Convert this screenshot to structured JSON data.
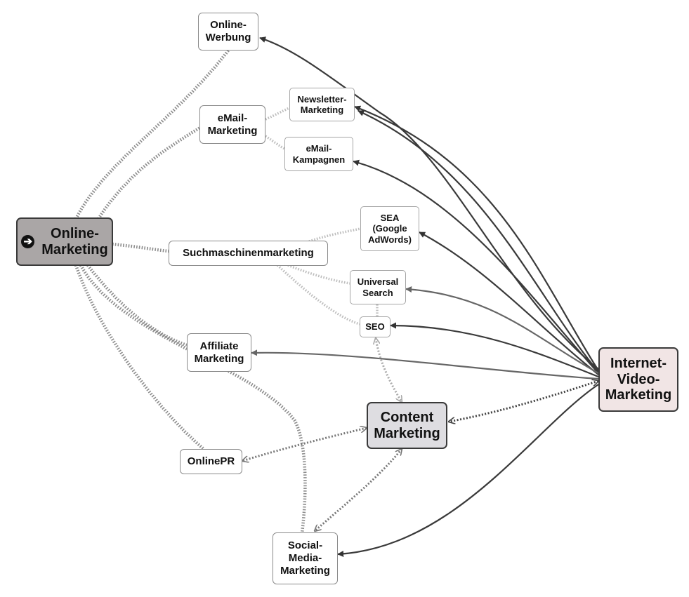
{
  "nodes": {
    "online_marketing": "Online-\nMarketing",
    "online_werbung": "Online-\nWerbung",
    "email_marketing": "eMail-\nMarketing",
    "newsletter_marketing": "Newsletter-\nMarketing",
    "email_kampagnen": "eMail-\nKampagnen",
    "sea": "SEA\n(Google\nAdWords)",
    "suchmaschinenmarketing": "Suchmaschinenmarketing",
    "universal_search": "Universal\nSearch",
    "seo": "SEO",
    "affiliate_marketing": "Affiliate\nMarketing",
    "content_marketing": "Content\nMarketing",
    "internet_video_marketing": "Internet-\nVideo-\nMarketing",
    "online_pr": "OnlinePR",
    "social_media_marketing": "Social-\nMedia-\nMarketing"
  },
  "icons": {
    "root": "arrow-right-circle-icon"
  },
  "colors": {
    "root_fill": "#aaa6a6",
    "content_fill": "#dedde1",
    "video_fill": "#f1e5e5",
    "solid_link": "#3a3a3a",
    "dotted_link": "#8a8a8a"
  }
}
